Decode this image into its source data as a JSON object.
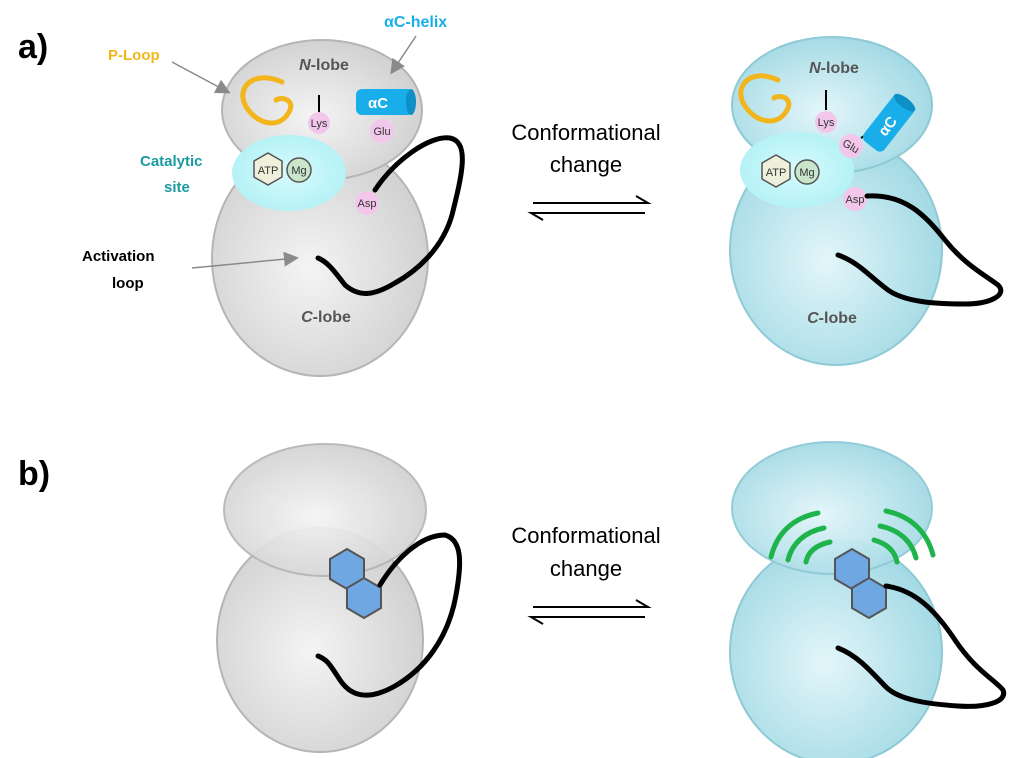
{
  "panel_a": {
    "label": "a)",
    "p_loop_label": "P-Loop",
    "ac_helix_label": "αC-helix",
    "catalytic_label_line1": "Catalytic",
    "catalytic_label_line2": "site",
    "activation_label_line1": "Activation",
    "activation_label_line2": "loop",
    "n_lobe_italic": "N",
    "n_lobe_rest": "-lobe",
    "c_lobe_italic": "C",
    "c_lobe_rest": "-lobe",
    "lys": "Lys",
    "glu": "Glu",
    "asp": "Asp",
    "atp": "ATP",
    "mg": "Mg",
    "ac": "αC",
    "conf_line1": "Conformational",
    "conf_line2": "change"
  },
  "panel_b": {
    "label": "b)",
    "conf_line1": "Conformational",
    "conf_line2": "change"
  },
  "colors": {
    "inactive_lobe": "#d6d6d6",
    "active_lobe": "#a8dde6",
    "p_loop": "#f2b51c",
    "ac_helix": "#19aeea",
    "catalytic_site": "#b9f3f5",
    "residue": "#f3c7ec",
    "hexagon": "#6fa7e3",
    "signal": "#1fb34b"
  }
}
